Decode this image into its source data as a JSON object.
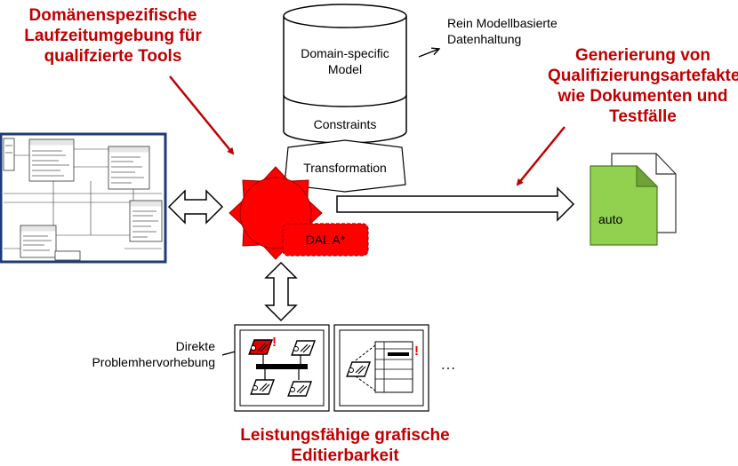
{
  "labels": {
    "runtime_title": "Domänenspezifische Laufzeitumgebung für qualifzierte Tools",
    "generation_title": "Generierung von Qualifizierungsartefakten, wie Dokumenten und Testfälle",
    "editing_title": "Leistungsfähige grafische Editierbarkeit",
    "storage_note": "Rein Modellbasierte Datenhaltung",
    "problem_note": "Direkte Problemhervorhebung",
    "model_label": "Domain-specific Model",
    "constraints_label": "Constraints",
    "transformation_label": "Transformation",
    "dal_label": "DAL A*",
    "auto_label": "auto",
    "ellipsis": "…",
    "error_mark": "!"
  },
  "colors": {
    "title_red": "#c00000",
    "gear_red": "#ff0000",
    "document_green": "#92d050",
    "frame_blue": "#1f3a7a"
  },
  "icons": {
    "gear": "gear-icon",
    "document": "document-icon",
    "double_arrow": "double-arrow-icon"
  }
}
